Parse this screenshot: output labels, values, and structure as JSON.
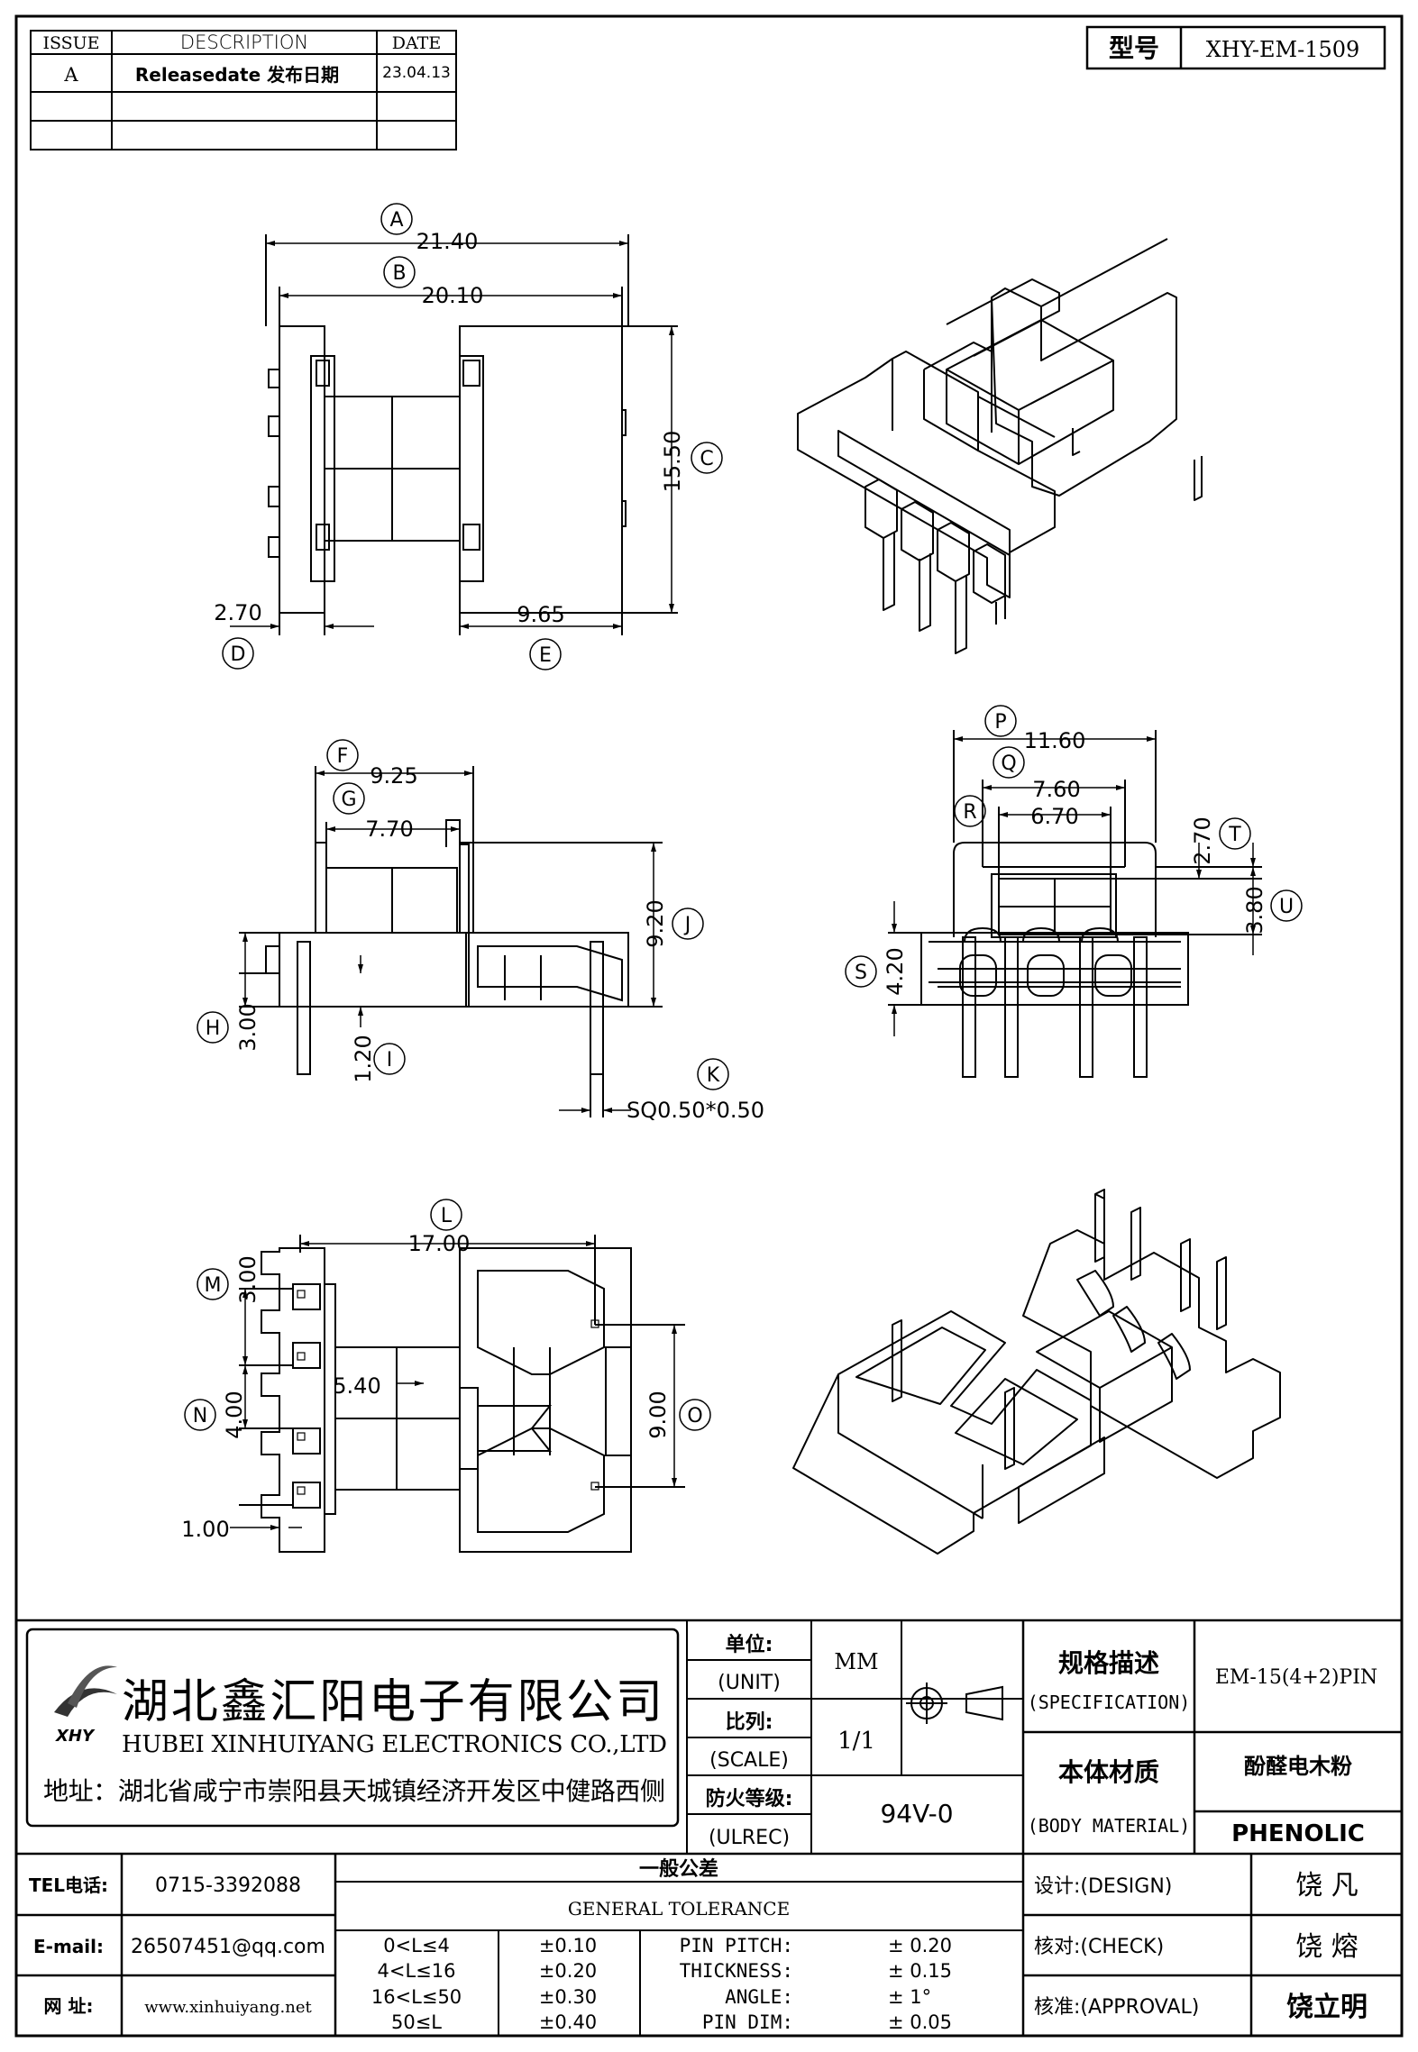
{
  "revision_table": {
    "headers": {
      "issue": "ISSUE",
      "description": "DESCRIPTION",
      "date": "DATE"
    },
    "rows": [
      {
        "issue": "A",
        "description": "Releasedate 发布日期",
        "date": "23.04.13"
      },
      {
        "issue": "",
        "description": "",
        "date": ""
      },
      {
        "issue": "",
        "description": "",
        "date": ""
      }
    ]
  },
  "model": {
    "label": "型号",
    "value": "XHY-EM-1509"
  },
  "dimensions": {
    "A": {
      "letter": "A",
      "value": "21.40"
    },
    "B": {
      "letter": "B",
      "value": "20.10"
    },
    "C": {
      "letter": "C",
      "value": "15.50"
    },
    "D": {
      "letter": "D",
      "value": "2.70"
    },
    "E": {
      "letter": "E",
      "value": "9.65"
    },
    "F": {
      "letter": "F",
      "value": "9.25"
    },
    "G": {
      "letter": "G",
      "value": "7.70"
    },
    "H": {
      "letter": "H",
      "value": "3.00"
    },
    "I": {
      "letter": "I",
      "value": "1.20"
    },
    "J": {
      "letter": "J",
      "value": "9.20"
    },
    "K": {
      "letter": "K",
      "value": "SQ0.50*0.50"
    },
    "L": {
      "letter": "L",
      "value": "17.00"
    },
    "M": {
      "letter": "M",
      "value": "3.00"
    },
    "N": {
      "letter": "N",
      "value": "4.00"
    },
    "O": {
      "letter": "O",
      "value": "9.00"
    },
    "P": {
      "letter": "P",
      "value": "11.60"
    },
    "Q": {
      "letter": "Q",
      "value": "7.60"
    },
    "R": {
      "letter": "R",
      "value": "6.70"
    },
    "S": {
      "letter": "S",
      "value": "4.20"
    },
    "T": {
      "letter": "T",
      "value": "2.70"
    },
    "U": {
      "letter": "U",
      "value": "3.80"
    },
    "bottom_1": "1.00",
    "bottom_2": "5.40"
  },
  "company": {
    "name_cn": "湖北鑫汇阳电子有限公司",
    "name_en": "HUBEI XINHUIYANG ELECTRONICS CO.,LTD",
    "address": "地址：湖北省咸宁市崇阳县天城镇经济开发区中健路西侧",
    "logo_text": "XHY"
  },
  "title_block": {
    "unit_cn": "单位:",
    "unit_en": "(UNIT)",
    "unit_value": "MM",
    "scale_cn": "比列:",
    "scale_en": "(SCALE)",
    "scale_value": "1/1",
    "fire_cn": "防火等级:",
    "fire_en": "(ULREC)",
    "fire_value": "94V-0",
    "spec_cn": "规格描述",
    "spec_en": "(SPECIFICATION)",
    "spec_value": "EM-15(4+2)PIN",
    "material_cn": "本体材质",
    "material_en": "(BODY MATERIAL)",
    "material_value_cn": "酚醛电木粉",
    "material_value_en": "PHENOLIC"
  },
  "contact": {
    "tel_label": "TEL电话:",
    "tel": "0715-3392088",
    "email_label": "E-mail:",
    "email": "26507451@qq.com",
    "web_label": "网  址:",
    "web": "www.xinhuiyang.net"
  },
  "tolerance": {
    "title_cn": "一般公差",
    "title_en": "GENERAL TOLERANCE",
    "rows": [
      {
        "range": "0<L≤4",
        "tol": "±0.10",
        "name": "PIN PITCH:",
        "value": "±  0.20"
      },
      {
        "range": "4<L≤16",
        "tol": "±0.20",
        "name": "THICKNESS:",
        "value": "±  0.15"
      },
      {
        "range": "16<L≤50",
        "tol": "±0.30",
        "name": "ANGLE:",
        "value": "±  1°"
      },
      {
        "range": "50≤L",
        "tol": "±0.40",
        "name": "PIN DIM:",
        "value": "±  0.05"
      }
    ]
  },
  "approvals": {
    "design_label": "设计:(DESIGN)",
    "design": "饶  凡",
    "check_label": "核对:(CHECK)",
    "check": "饶  熔",
    "approve_label": "核准:(APPROVAL)",
    "approve": "饶立明"
  }
}
